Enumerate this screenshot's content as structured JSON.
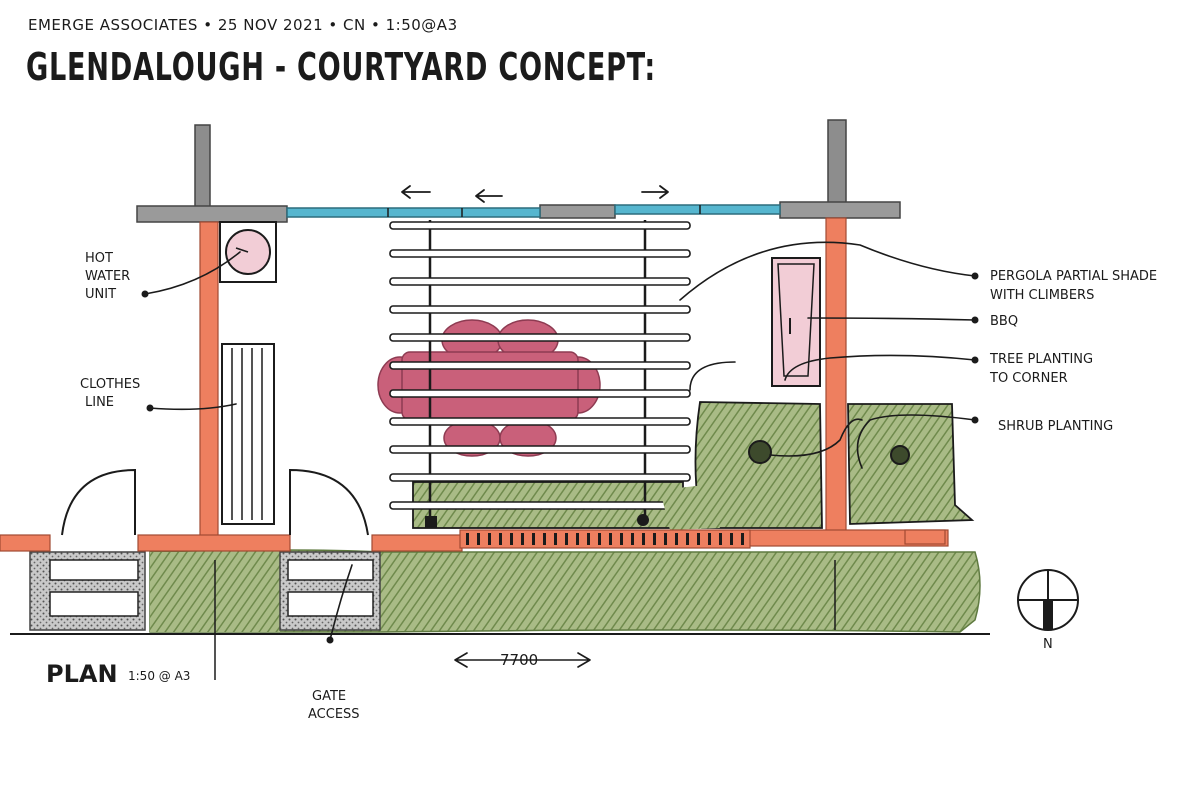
{
  "header": {
    "subtitle": "EMERGE ASSOCIATES • 25 NOV 2021 • CN • 1:50@A3",
    "title": "GLENDALOUGH - COURTYARD CONCEPT:"
  },
  "labels": {
    "hot_water_unit": [
      "HOT",
      "WATER",
      "UNIT"
    ],
    "clothes_line": [
      "CLOTHES",
      "LINE"
    ],
    "pergola": [
      "PERGOLA PARTIAL SHADE",
      "WITH CLIMBERS"
    ],
    "bbq": "BBQ",
    "tree_planting": [
      "TREE PLANTING",
      "TO CORNER"
    ],
    "shrub_planting": "SHRUB PLANTING",
    "gate_access": [
      "GATE",
      "ACCESS"
    ]
  },
  "plan_label": {
    "main": "PLAN",
    "scale": "1:50 @ A3"
  },
  "dimension": {
    "value": "7700"
  },
  "north": {
    "letter": "N"
  },
  "colors": {
    "wall": "#ee7f5f",
    "planting": "#7f9a5c",
    "planting_light": "#a9bb86",
    "furniture": "#c9607a",
    "pink_fill": "#f2cdd6",
    "glass": "#56b6cf",
    "grey_wall": "#8d8d8d",
    "ink": "#1b1b1b"
  }
}
